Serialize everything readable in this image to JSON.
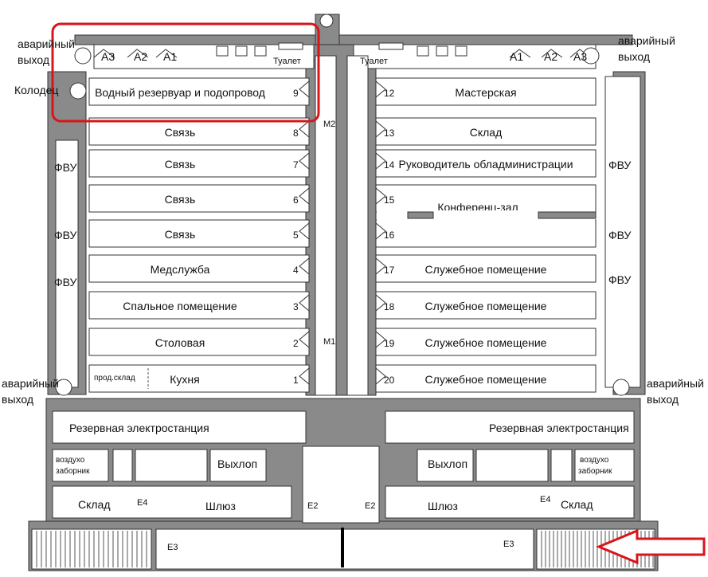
{
  "exits": {
    "top_left": [
      "аварийный",
      "выход"
    ],
    "top_right": [
      "аварийный",
      "выход"
    ],
    "bottom_left": [
      "аварийный",
      "выход"
    ],
    "bottom_right": [
      "аварийный",
      "выход"
    ]
  },
  "well_label": "Колодец",
  "airlocks_left": [
    "А3",
    "А2",
    "А1"
  ],
  "airlocks_right": [
    "А1",
    "А2",
    "А3"
  ],
  "toilet_left": "Туалет",
  "toilet_right": "Туалет",
  "passages": {
    "m2": "М2",
    "m1": "М1"
  },
  "fvu_label": "ФВУ",
  "left_rooms": [
    {
      "name": "Водный резервуар и подопровод",
      "num": "9"
    },
    {
      "name": "Связь",
      "num": "8"
    },
    {
      "name": "Связь",
      "num": "7"
    },
    {
      "name": "Связь",
      "num": "6"
    },
    {
      "name": "Связь",
      "num": "5"
    },
    {
      "name": "Медслужба",
      "num": "4"
    },
    {
      "name": "Спальное помещение",
      "num": "3"
    },
    {
      "name": "Столовая",
      "num": "2"
    },
    {
      "name": "Кухня",
      "num": "1"
    }
  ],
  "food_store": "прод.склад",
  "right_rooms": [
    {
      "name": "Мастерская",
      "num": "12"
    },
    {
      "name": "Склад",
      "num": "13"
    },
    {
      "name": "Руководитель обладминистрации",
      "num": "14"
    },
    {
      "name": "Конференц-зал",
      "num": "15"
    },
    {
      "name": "",
      "num": "16"
    },
    {
      "name": "Служебное помещение",
      "num": "17"
    },
    {
      "name": "Служебное помещение",
      "num": "18"
    },
    {
      "name": "Служебное помещение",
      "num": "19"
    },
    {
      "name": "Служебное помещение",
      "num": "20"
    }
  ],
  "lower": {
    "power_left": "Резервная электростанция",
    "power_right": "Резервная электростанция",
    "air_intake_left": [
      "воздухо",
      "заборник"
    ],
    "air_intake_right": [
      "воздухо",
      "заборник"
    ],
    "exhaust_left": "Выхлоп",
    "exhaust_right": "Выхлоп",
    "store_left": "Склад",
    "store_right": "Склад",
    "lock_left": "Шлюз",
    "lock_right": "Шлюз",
    "e4": "Е4",
    "e2": "Е2",
    "e3": "Е3"
  },
  "colors": {
    "wall": "#8a8a8a",
    "wall_edge": "#333333",
    "highlight": "#d9141b",
    "arrow": "#d9141b",
    "background": "#ffffff"
  }
}
